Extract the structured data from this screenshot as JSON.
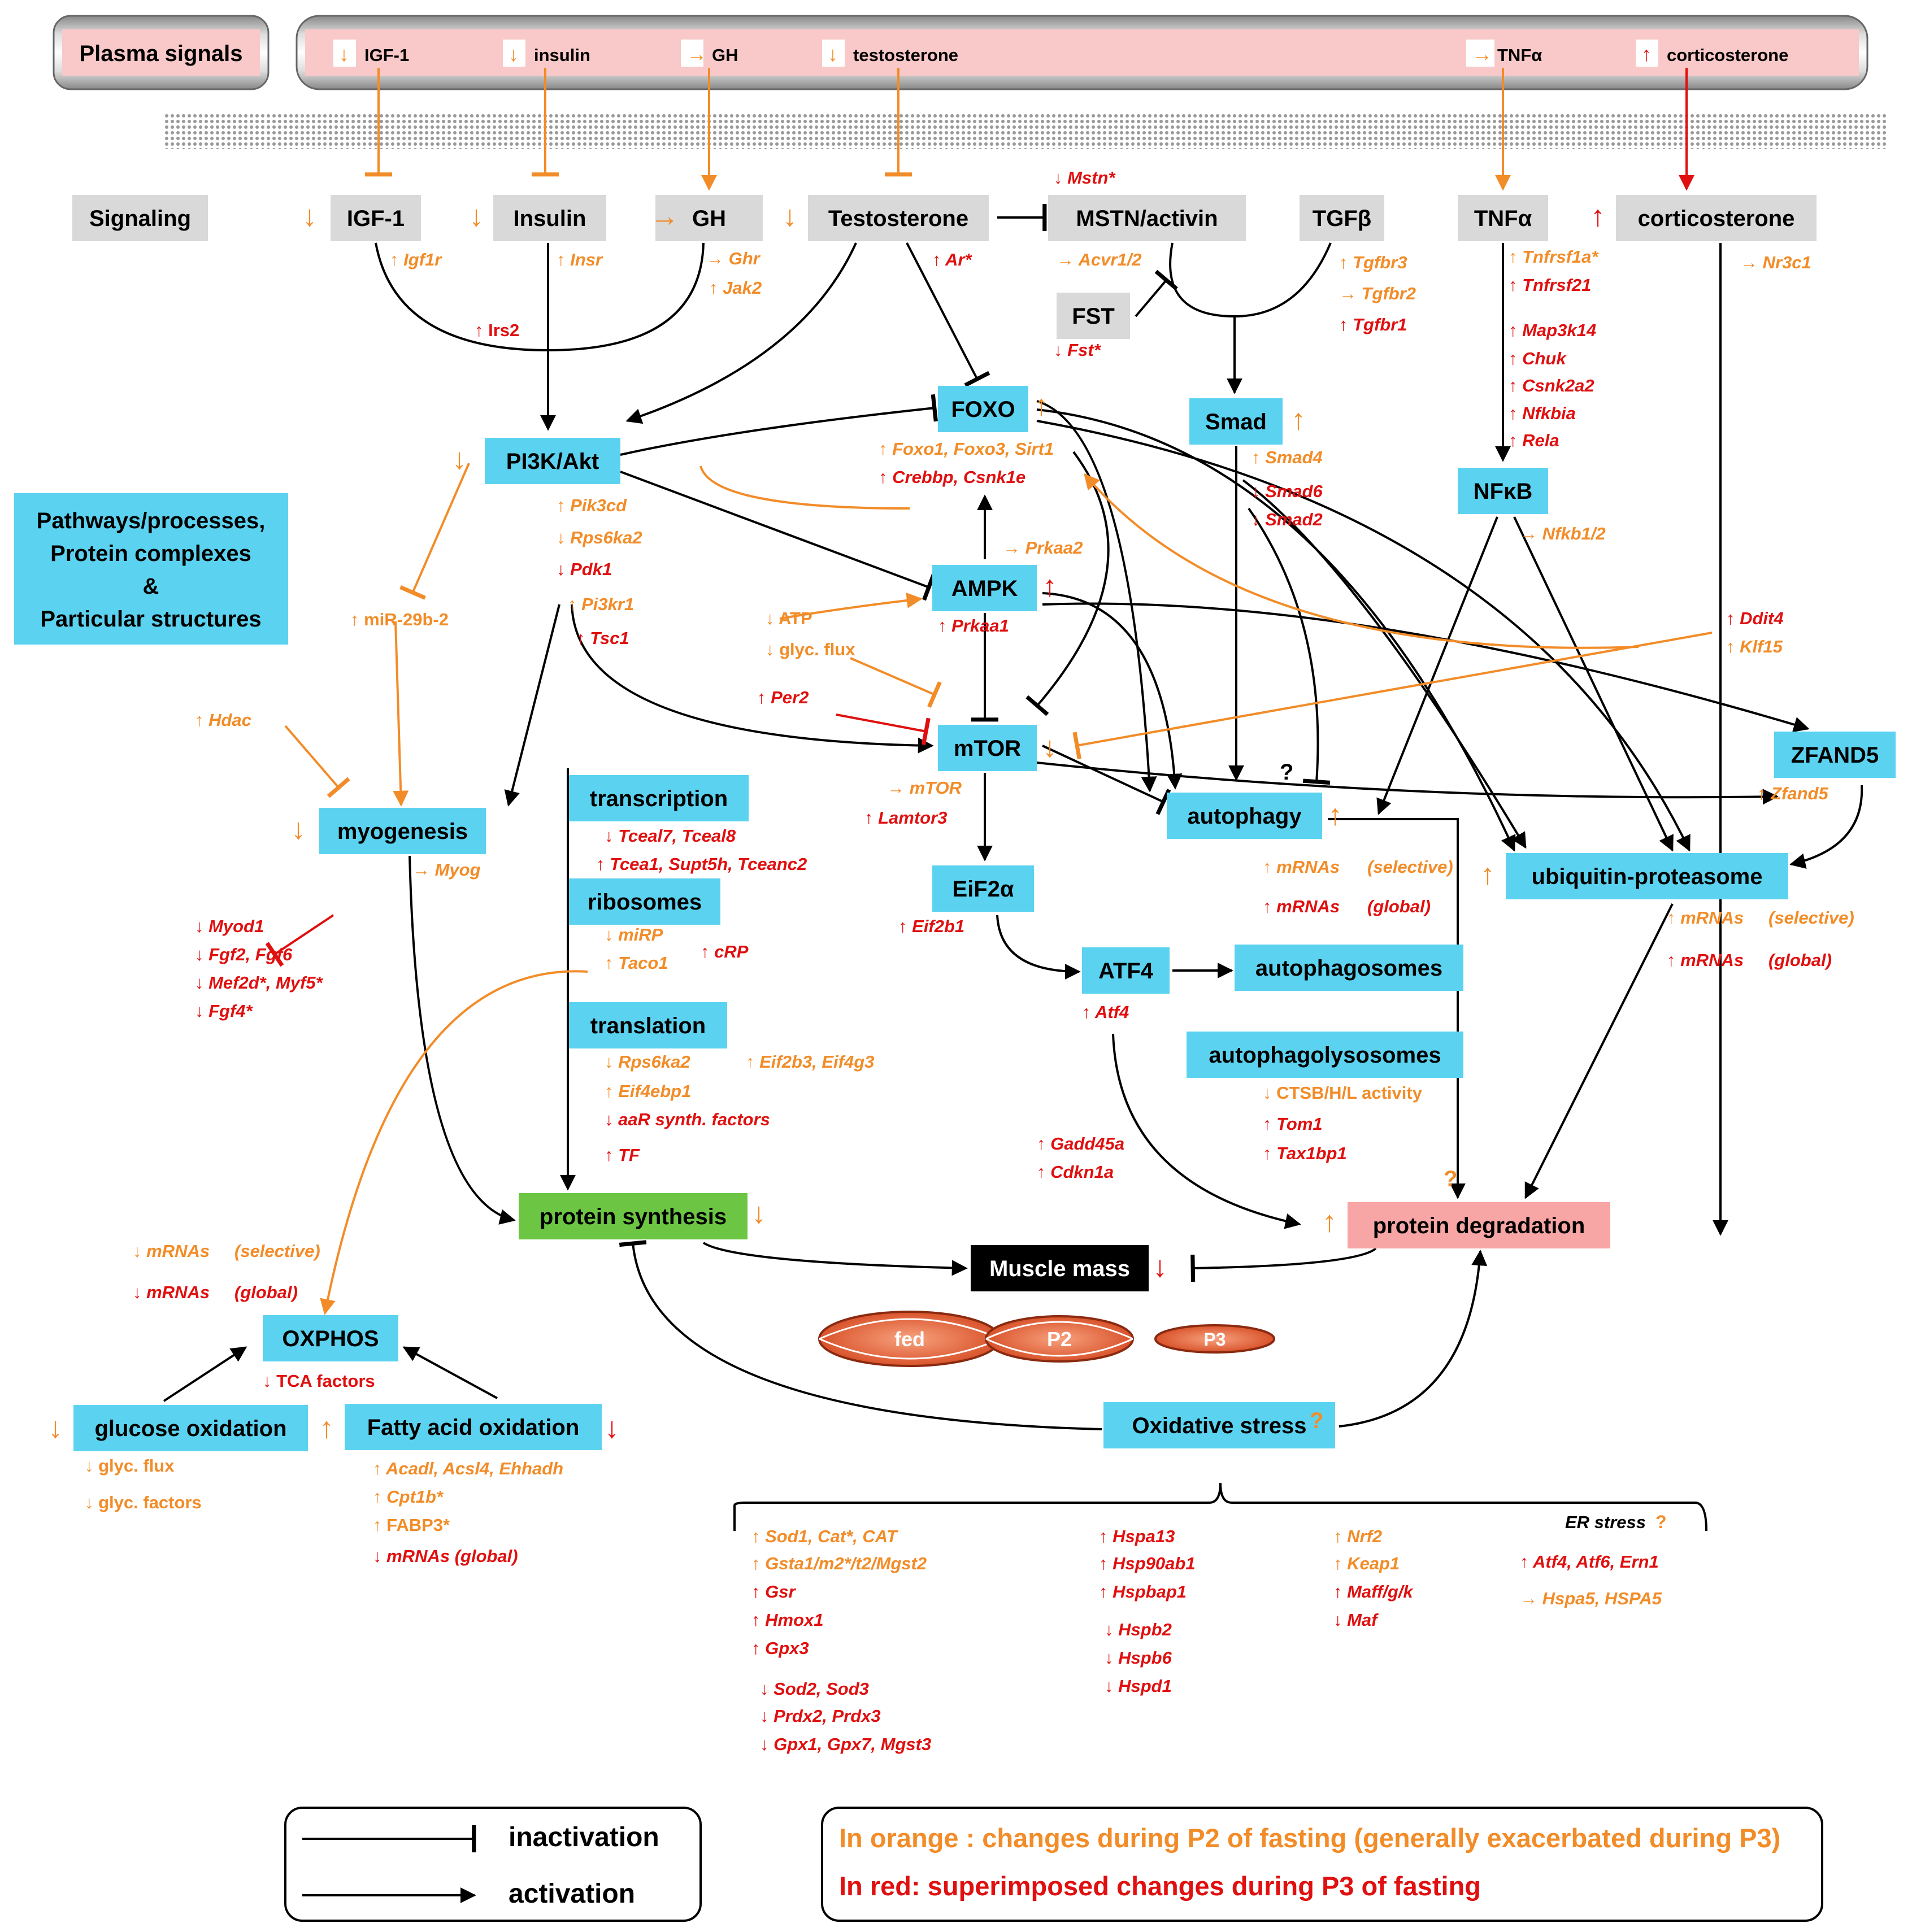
{
  "header": {
    "plasma_signals": "Plasma signals"
  },
  "signals": [
    "IGF-1",
    "insulin",
    "GH",
    "testosterone",
    "TNFα",
    "corticosterone"
  ],
  "nodes": {
    "signaling": "Signaling",
    "igf1": "IGF-1",
    "insulin": "Insulin",
    "gh": "GH",
    "testosterone": "Testosterone",
    "mstn": "MSTN/activin",
    "tgfb": "TGFβ",
    "tnfa": "TNFα",
    "corticosterone": "corticosterone",
    "fst": "FST",
    "foxo": "FOXO",
    "smad": "Smad",
    "nfkb": "NFκB",
    "pi3k": "PI3K/Akt",
    "legend_box": [
      "Pathways/processes,",
      "Protein complexes",
      "&",
      "Particular structures"
    ],
    "ampk": "AMPK",
    "mtor": "mTOR",
    "zfand5": "ZFAND5",
    "myogenesis": "myogenesis",
    "transcription": "transcription",
    "ribosomes": "ribosomes",
    "translation": "translation",
    "eif2a": "EiF2α",
    "autophagy": "autophagy",
    "ubiquitin": "ubiquitin-proteasome",
    "atf4": "ATF4",
    "autophagosomes": "autophagosomes",
    "autophagolysosomes": "autophagolysosomes",
    "protein_synthesis": "protein synthesis",
    "protein_degradation": "protein degradation",
    "muscle_mass": "Muscle mass",
    "oxphos": "OXPHOS",
    "glucose_oxidation": "glucose oxidation",
    "fatty_acid_oxidation": "Fatty acid oxidation",
    "oxidative_stress": "Oxidative stress"
  },
  "labels": {
    "igf1r": "Igf1r",
    "insr": "Insr",
    "ghr": "Ghr",
    "jak2": "Jak2",
    "irs2": "Irs2",
    "ar": "Ar*",
    "mstn_gene": "Mstn*",
    "acvr": "Acvr1/2",
    "fst_gene": "Fst*",
    "tgfbr3": "Tgfbr3",
    "tgfbr2": "Tgfbr2",
    "tgfbr1": "Tgfbr1",
    "tnfrsf1a": "Tnfrsf1a*",
    "tnfrsf21": "Tnfrsf21",
    "map3k14": "Map3k14",
    "chuk": "Chuk",
    "csnk2a2": "Csnk2a2",
    "nfkbia": "Nfkbia",
    "rela": "Rela",
    "nfkb12": "Nfkb1/2",
    "nr3c1": "Nr3c1",
    "foxo_genes": "Foxo1, Foxo3, Sirt1",
    "crebbp": "Crebbp, Csnk1e",
    "smad4": "Smad4",
    "smad6": "Smad6",
    "smad2": "Smad2",
    "pik3cd": "Pik3cd",
    "rps6ka2": "Rps6ka2",
    "pdk1": "Pdk1",
    "pi3kr1": "Pi3kr1",
    "tsc1": "Tsc1",
    "mir29": "miR-29b-2",
    "prkaa2": "Prkaa2",
    "atp": "ATP",
    "glyc_flux": "glyc. flux",
    "prkaa1": "Prkaa1",
    "ddit4": "Ddit4",
    "klf15": "Klf15",
    "per2": "Per2",
    "hdac": "Hdac",
    "mtor_gene": "mTOR",
    "lamtor3": "Lamtor3",
    "zfand5_gene": "Zfand5",
    "q_mark": "?",
    "myog": "Myog",
    "myod1": "Myod1",
    "fgf2": "Fgf2, Fgf6",
    "mef2d": "Mef2d*, Myf5*",
    "fgf4": "Fgf4*",
    "tceal": "Tceal7, Tceal8",
    "tcea1": "Tcea1, Supt5h, Tceanc2",
    "mirp": "miRP",
    "taco1": "Taco1",
    "crp": "cRP",
    "rps6ka2_tr": "Rps6ka2",
    "eif4ebp1": "Eif4ebp1",
    "aar": "aaR synth. factors",
    "tf": "TF",
    "eif2b3": "Eif2b3, Eif4g3",
    "eif2b1": "Eif2b1",
    "atf4_gene": "Atf4",
    "mrna_sel": "mRNAs",
    "mrna_glob": "mRNAs",
    "selective": "(selective)",
    "global": "(global)",
    "ctsb": "CTSB/H/L activity",
    "tom1": "Tom1",
    "tax1bp1": "Tax1bp1",
    "gadd45a": "Gadd45a",
    "cdkn1a": "Cdkn1a",
    "tca": "TCA factors",
    "glyc_factors": "glyc. factors",
    "acadl": "Acadl, Acsl4, Ehhadh",
    "cpt1b": "Cpt1b*",
    "fabp3": "FABP3*",
    "fa_mrna": "mRNAs (global)",
    "sod1": "Sod1, Cat*, CAT",
    "gsta": "Gsta1/m2*/t2/Mgst2",
    "gsr": "Gsr",
    "hmox1": "Hmox1",
    "gpx3": "Gpx3",
    "sod2": "Sod2, Sod3",
    "prdx": "Prdx2, Prdx3",
    "gpx1": "Gpx1, Gpx7, Mgst3",
    "hspa13": "Hspa13",
    "hsp90": "Hsp90ab1",
    "hspbap1": "Hspbap1",
    "hspb2": "Hspb2",
    "hspb6": "Hspb6",
    "hspd1": "Hspd1",
    "nrf2": "Nrf2",
    "keap1": "Keap1",
    "maff": "Maff/g/k",
    "maf": "Maf",
    "er_stress": "ER stress",
    "atf4_atf6": "Atf4, Atf6, Ern1",
    "hspa5": "Hspa5, HSPA5"
  },
  "muscles": {
    "fed": "fed",
    "p2": "P2",
    "p3": "P3"
  },
  "legend": {
    "inactivation": "inactivation",
    "activation": "activation",
    "orange": "In orange : changes during P2 of fasting (generally exacerbated during P3)",
    "red": "In red: superimposed changes during P3 of fasting"
  },
  "colors": {
    "orange": "#F28C28",
    "red": "#E01010",
    "blue_box": "#5BD3F0",
    "grey_box": "#D9D9D9",
    "green_box": "#6CC644",
    "pink_box": "#F8A5A5"
  }
}
